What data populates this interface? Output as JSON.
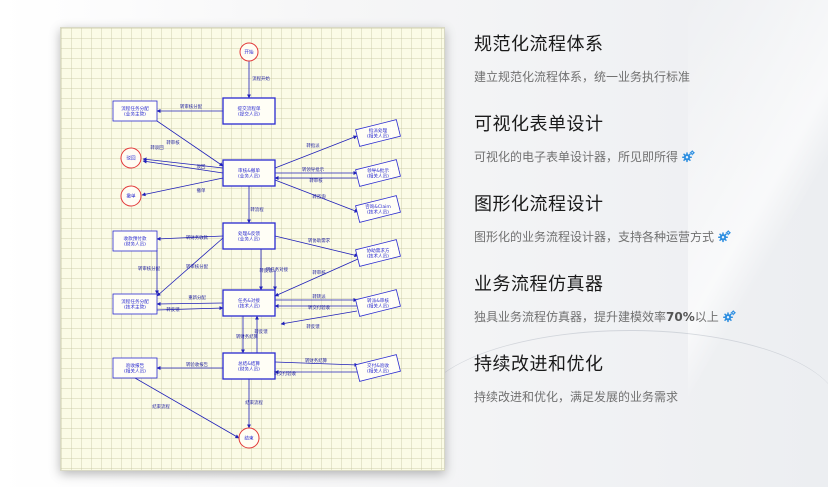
{
  "colors": {
    "node_stroke": "#2a2ad0",
    "edge": "#2020b8",
    "terminal": "#e23a3a",
    "title": "#1a1a1a",
    "desc": "#707070",
    "gear": "#2d8ee0"
  },
  "diagram": {
    "nodes": [
      {
        "id": "start",
        "shape": "circle",
        "lines": [
          "开始"
        ]
      },
      {
        "id": "n1",
        "shape": "rect-main",
        "lines": [
          "提交流程单",
          "(提交人员)"
        ]
      },
      {
        "id": "n2",
        "shape": "rect-main",
        "lines": [
          "审核&撤单",
          "(业务人员)"
        ]
      },
      {
        "id": "n3",
        "shape": "rect-main",
        "lines": [
          "处理&反馈",
          "(业务人员)"
        ]
      },
      {
        "id": "n4",
        "shape": "rect-main",
        "lines": [
          "任务&对接",
          "(技术人员)"
        ]
      },
      {
        "id": "n5",
        "shape": "rect-main",
        "lines": [
          "总结&结算",
          "(财务人员)"
        ]
      },
      {
        "id": "end",
        "shape": "circle",
        "lines": [
          "结束"
        ]
      },
      {
        "id": "l1",
        "shape": "rect",
        "lines": [
          "流程任务分配",
          "(业务主管)"
        ]
      },
      {
        "id": "l2",
        "shape": "rect",
        "lines": [
          "收款预付款",
          "(财务人员)"
        ]
      },
      {
        "id": "l3",
        "shape": "rect",
        "lines": [
          "流程任务分配",
          "(技术主管)"
        ]
      },
      {
        "id": "l4",
        "shape": "rect",
        "lines": [
          "验收报告",
          "(相关人员)"
        ]
      },
      {
        "id": "reject",
        "shape": "circle",
        "lines": [
          "驳回"
        ]
      },
      {
        "id": "cancel",
        "shape": "circle",
        "lines": [
          "撤单"
        ]
      },
      {
        "id": "r1",
        "shape": "rect-tilt",
        "lines": [
          "指派处理",
          "(相关人员)"
        ]
      },
      {
        "id": "r2",
        "shape": "rect-tilt",
        "lines": [
          "领导&批示",
          "(相关人员)"
        ]
      },
      {
        "id": "r3",
        "shape": "rect-tilt",
        "lines": [
          "咨询&Claim",
          "(技术人员)"
        ]
      },
      {
        "id": "r4",
        "shape": "rect-tilt",
        "lines": [
          "协助需求方",
          "(技术人员)"
        ]
      },
      {
        "id": "r5",
        "shape": "rect-tilt",
        "lines": [
          "转派&审核",
          "(相关人员)"
        ]
      },
      {
        "id": "r6",
        "shape": "rect-tilt",
        "lines": [
          "交付&验收",
          "(相关人员)"
        ]
      }
    ],
    "edges": [
      {
        "id": "e1",
        "label": "流程开始"
      },
      {
        "id": "e2",
        "label": "转审核分配"
      },
      {
        "id": "e3",
        "label": "转审核"
      },
      {
        "id": "e4",
        "label": "转驳回"
      },
      {
        "id": "e5",
        "label": "驳回"
      },
      {
        "id": "e6",
        "label": "撤单"
      },
      {
        "id": "e7",
        "label": "转指派"
      },
      {
        "id": "e8",
        "label": "转领导批示"
      },
      {
        "id": "e9",
        "label": "转审核"
      },
      {
        "id": "e10",
        "label": "转咨询"
      },
      {
        "id": "e11",
        "label": "转流程"
      },
      {
        "id": "e12",
        "label": "转财务收款"
      },
      {
        "id": "e13",
        "label": "转审核分配"
      },
      {
        "id": "e14",
        "label": "转审核分配"
      },
      {
        "id": "e15",
        "label": "转反馈"
      },
      {
        "id": "e16",
        "label": "转协助需求"
      },
      {
        "id": "e17",
        "label": "转任务对接"
      },
      {
        "id": "e18",
        "label": "转审核"
      },
      {
        "id": "e19",
        "label": "重新分配"
      },
      {
        "id": "e20",
        "label": "转反馈"
      },
      {
        "id": "e21",
        "label": "转转派"
      },
      {
        "id": "e22",
        "label": "转交付验收"
      },
      {
        "id": "e23",
        "label": "转财务结算"
      },
      {
        "id": "e24",
        "label": "转反馈"
      },
      {
        "id": "e25",
        "label": "转反馈"
      },
      {
        "id": "e26",
        "label": "转财务结算"
      },
      {
        "id": "e27",
        "label": "转交付验收"
      },
      {
        "id": "e28",
        "label": "转验收报告"
      },
      {
        "id": "e29",
        "label": "结束流程"
      },
      {
        "id": "e30",
        "label": "结束流程"
      }
    ]
  },
  "features": [
    {
      "title": "规范化流程体系",
      "desc": "建立规范化流程体系，统一业务执行标准",
      "icon": ""
    },
    {
      "title": "可视化表单设计",
      "desc": "可视化的电子表单设计器，所见即所得",
      "icon": "gear-icon"
    },
    {
      "title": "图形化流程设计",
      "desc": "图形化的业务流程设计器，支持各种运营方式",
      "icon": "gear-icon"
    },
    {
      "title": "业务流程仿真器",
      "desc_pre": "独具业务流程仿真器，提升建模效率",
      "desc_strong": "70%",
      "desc_post": "以上",
      "icon": "gear-icon"
    },
    {
      "title": "持续改进和优化",
      "desc": "持续改进和优化，满足发展的业务需求",
      "icon": ""
    }
  ]
}
